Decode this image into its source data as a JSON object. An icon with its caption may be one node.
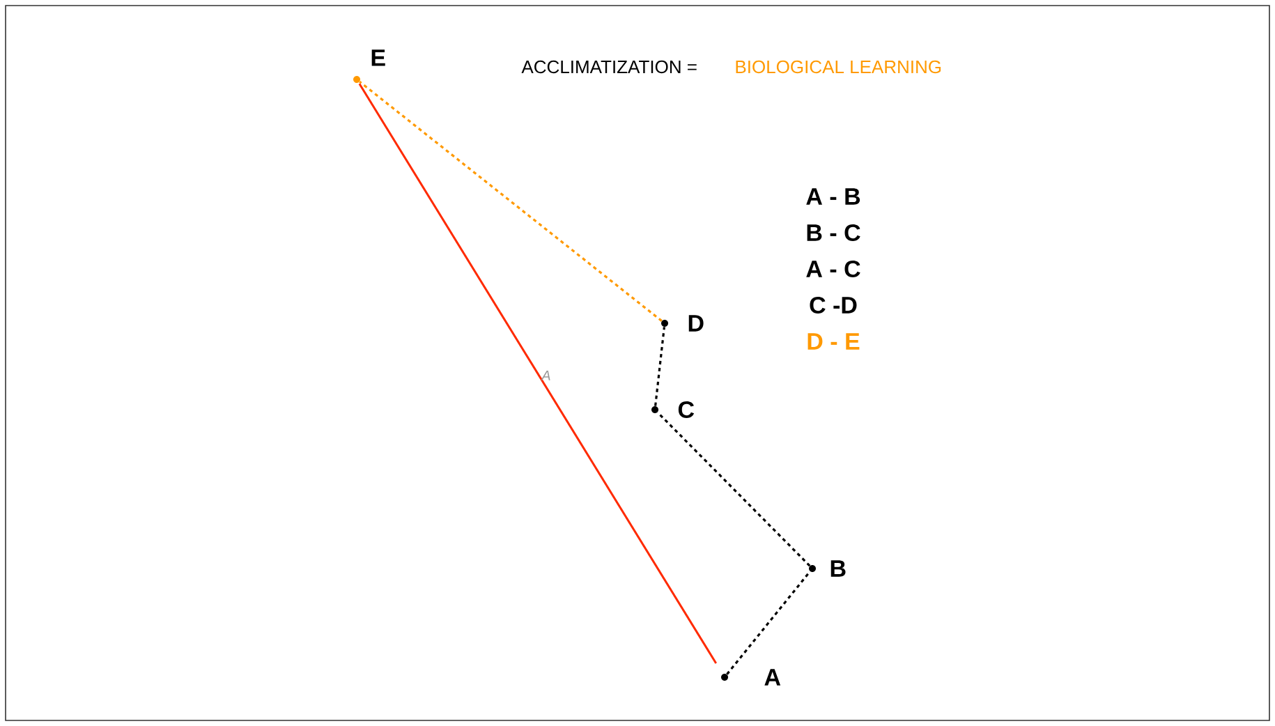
{
  "diagram": {
    "nodes": [
      {
        "text": [
          "A"
        ]
      },
      {
        "text": [
          "B"
        ]
      },
      {
        "text": [
          "C"
        ]
      },
      {
        "text": [
          "D"
        ]
      },
      {
        "text": [
          "E"
        ]
      }
    ],
    "edges": [
      {
        "from": 0,
        "to": 1,
        "arrow": "none",
        "style": "dashed"
      },
      {
        "from": 1,
        "to": 2,
        "arrow": "none",
        "style": "dashed"
      },
      {
        "from": 2,
        "to": 3,
        "arrow": "none",
        "style": "dashed"
      },
      {
        "from": 3,
        "to": 4,
        "arrow": "none",
        "style": "dashed",
        "color": "#ff9900"
      },
      {
        "from": 4,
        "to": 0,
        "arrow": "none",
        "color": "#ff2a00",
        "label": "A"
      }
    ],
    "labels": [
      "ACCLIMATIZATION =",
      "BIOLOGICAL LEARNING",
      "A - B",
      "B - C",
      "A - C",
      "C -D",
      "D - E"
    ]
  }
}
